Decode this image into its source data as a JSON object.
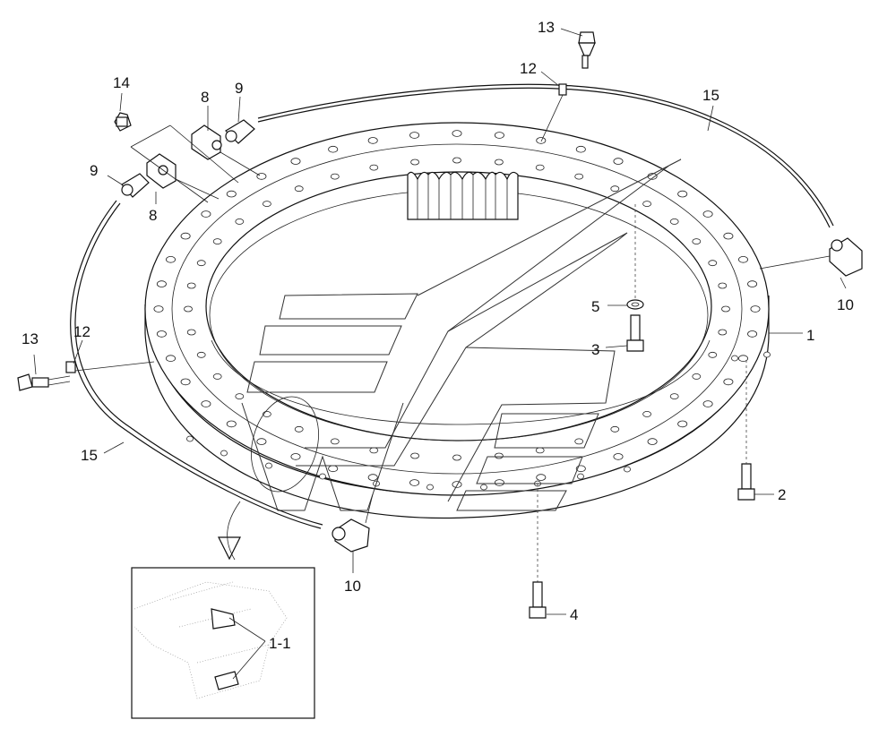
{
  "callouts": [
    {
      "id": "c1",
      "text": "1"
    },
    {
      "id": "c2",
      "text": "2"
    },
    {
      "id": "c3",
      "text": "3"
    },
    {
      "id": "c4",
      "text": "4"
    },
    {
      "id": "c5",
      "text": "5"
    },
    {
      "id": "c8a",
      "text": "8"
    },
    {
      "id": "c8b",
      "text": "8"
    },
    {
      "id": "c9a",
      "text": "9"
    },
    {
      "id": "c9b",
      "text": "9"
    },
    {
      "id": "c10a",
      "text": "10"
    },
    {
      "id": "c10b",
      "text": "10"
    },
    {
      "id": "c12a",
      "text": "12"
    },
    {
      "id": "c12b",
      "text": "12"
    },
    {
      "id": "c13a",
      "text": "13"
    },
    {
      "id": "c13b",
      "text": "13"
    },
    {
      "id": "c14",
      "text": "14"
    },
    {
      "id": "c15a",
      "text": "15"
    },
    {
      "id": "c15b",
      "text": "15"
    },
    {
      "id": "c11",
      "text": "1-1"
    }
  ]
}
